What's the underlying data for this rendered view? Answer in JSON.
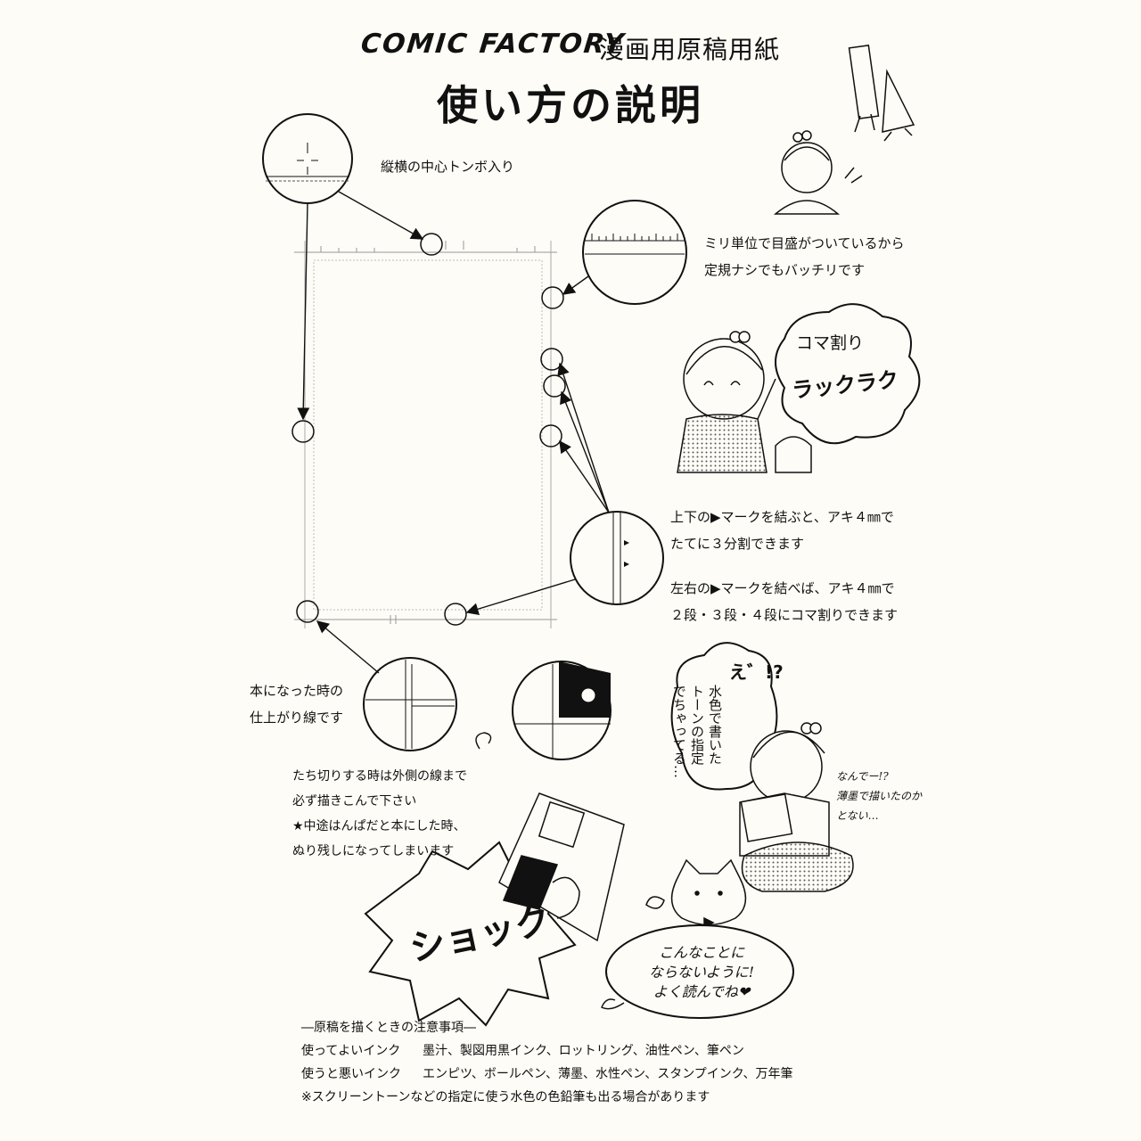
{
  "header": {
    "brand": "COMIC FACTORY",
    "brand_sub": "漫画用原稿用紙",
    "title": "使い方の説明"
  },
  "notes": {
    "center_marks": "縦横の中心トンボ入り",
    "mm_scale_1": "ミリ単位で目盛がついているから",
    "mm_scale_2": "定規ナシでもバッチリです",
    "vertical_split_1": "上下の▶マークを結ぶと、アキ４㎜で",
    "vertical_split_2": "たてに３分割できます",
    "horizontal_split_1": "左右の▶マークを結べば、アキ４㎜で",
    "horizontal_split_2": "２段・３段・４段にコマ割りできます",
    "finish_line_1": "本になった時の",
    "finish_line_2": "仕上がり線です",
    "bleed_1": "たち切りする時は外側の線まで",
    "bleed_2": "必ず描きこんで下さい",
    "bleed_3": "★中途はんぱだと本にした時、",
    "bleed_4": "ぬり残しになってしまいます"
  },
  "bubbles": {
    "koma_1": "コマ割り",
    "koma_2": "ラックラク",
    "shock": "ショック",
    "eh": "え゛!?",
    "tone_lines": [
      "水色で書いた",
      "トーンの指定",
      "でちゃってる…"
    ],
    "nande": [
      "なんでー!?",
      "薄墨で描いたのかとない…"
    ],
    "cat_lines": [
      "こんなことに",
      "ならないように!",
      "よく読んでね❤"
    ]
  },
  "rules": {
    "heading": "―原稿を描くときの注意事項―",
    "good_label": "使ってよいインク",
    "good_value": "墨汁、製図用黒インク、ロットリング、油性ペン、筆ペン",
    "bad_label": "使うと悪いインク",
    "bad_value": "エンピツ、ボールペン、薄墨、水性ペン、スタンプインク、万年筆",
    "footnote": "※スクリーントーンなどの指定に使う水色の色鉛筆も出る場合があります"
  },
  "colors": {
    "ink": "#111111",
    "paper": "#fdfcf6",
    "blue_line": "#b9c6d6"
  }
}
